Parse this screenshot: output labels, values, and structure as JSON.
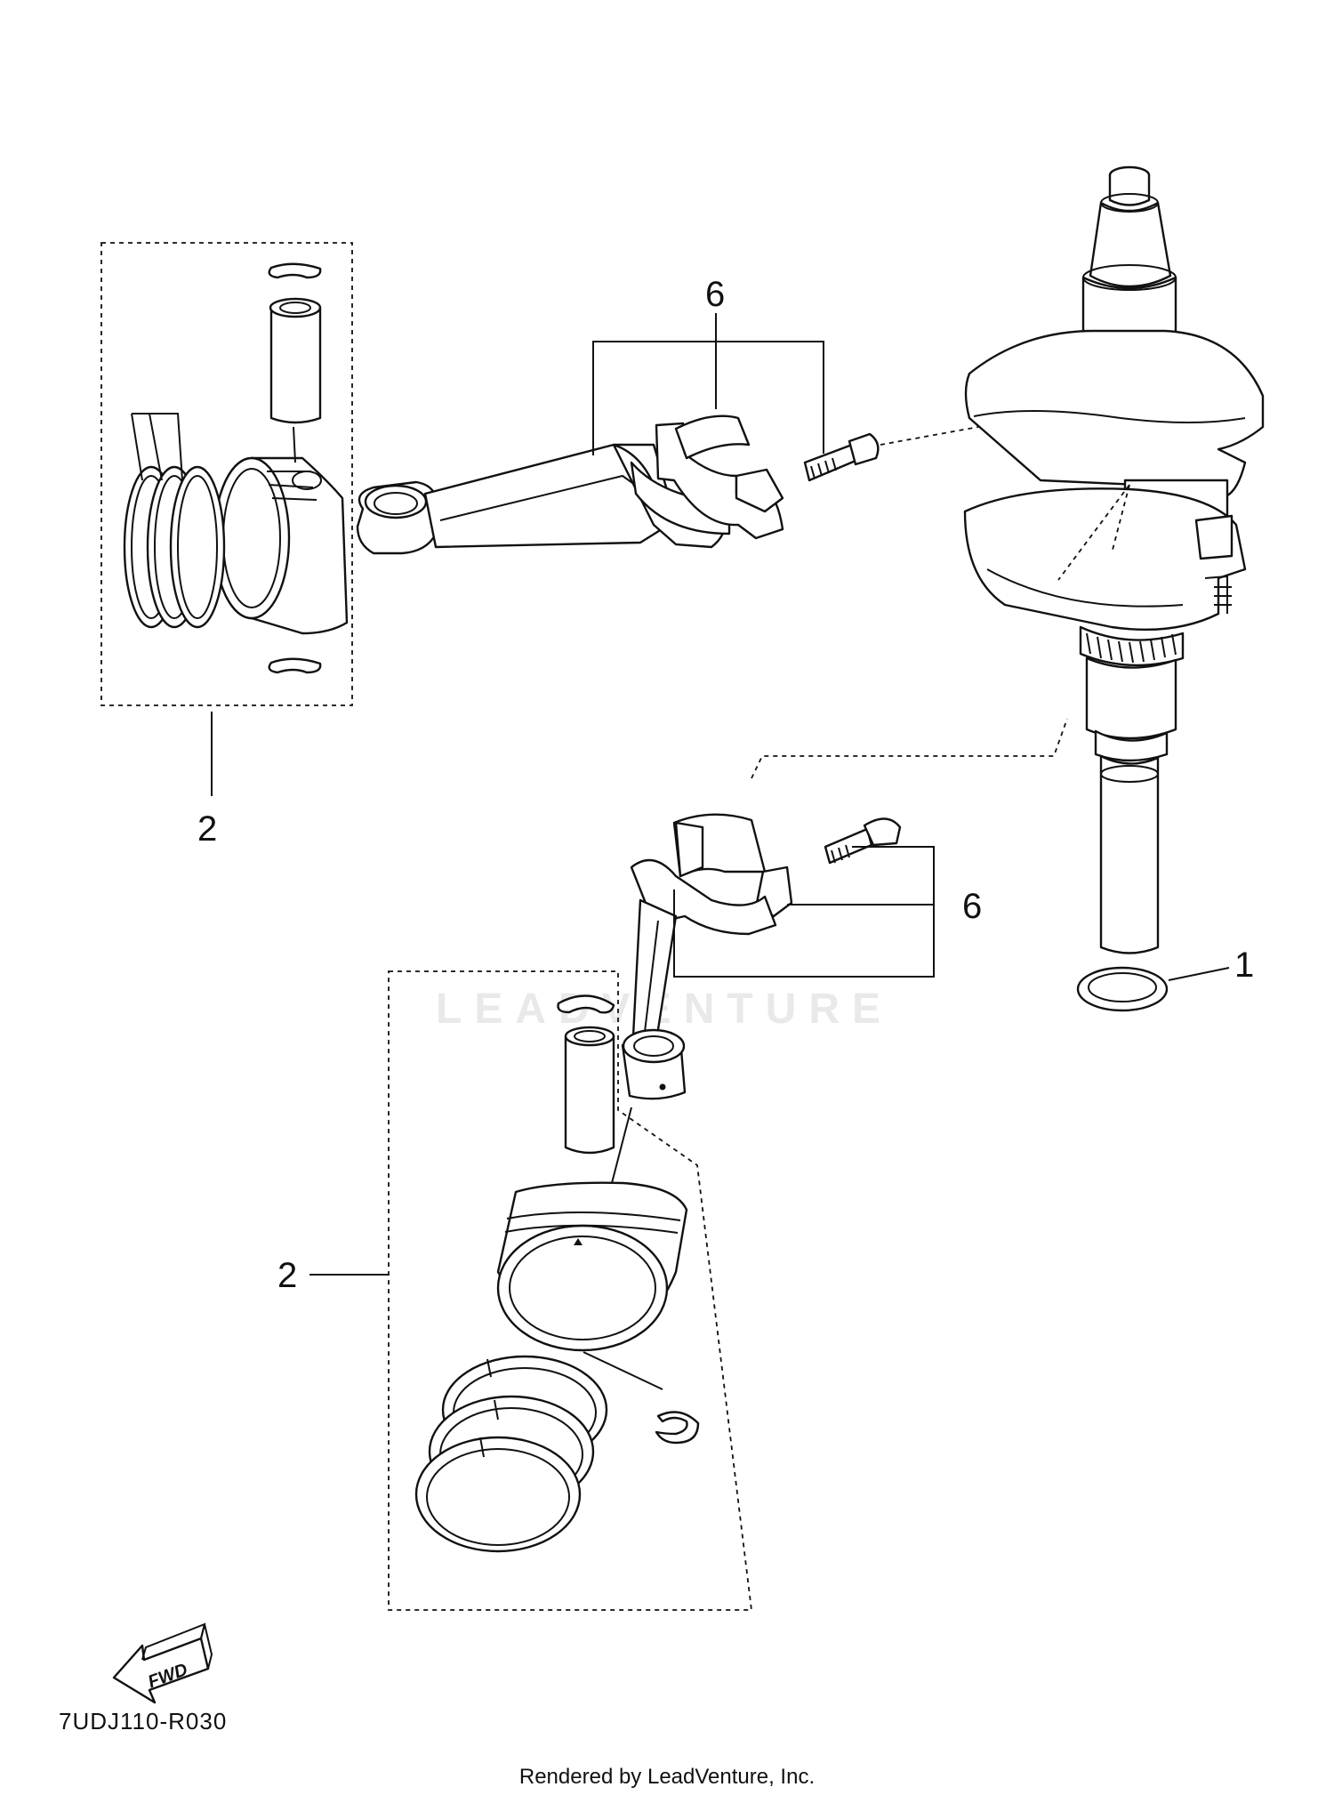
{
  "callouts": {
    "label_1": "1",
    "label_2_top": "2",
    "label_2_bottom": "2",
    "label_6_top": "6",
    "label_6_bottom": "6"
  },
  "fwd_label": "FWD",
  "watermark": "LEADVENTURE",
  "diagram_code": "7UDJ110-R030",
  "footer_text": "Rendered by LeadVenture, Inc."
}
